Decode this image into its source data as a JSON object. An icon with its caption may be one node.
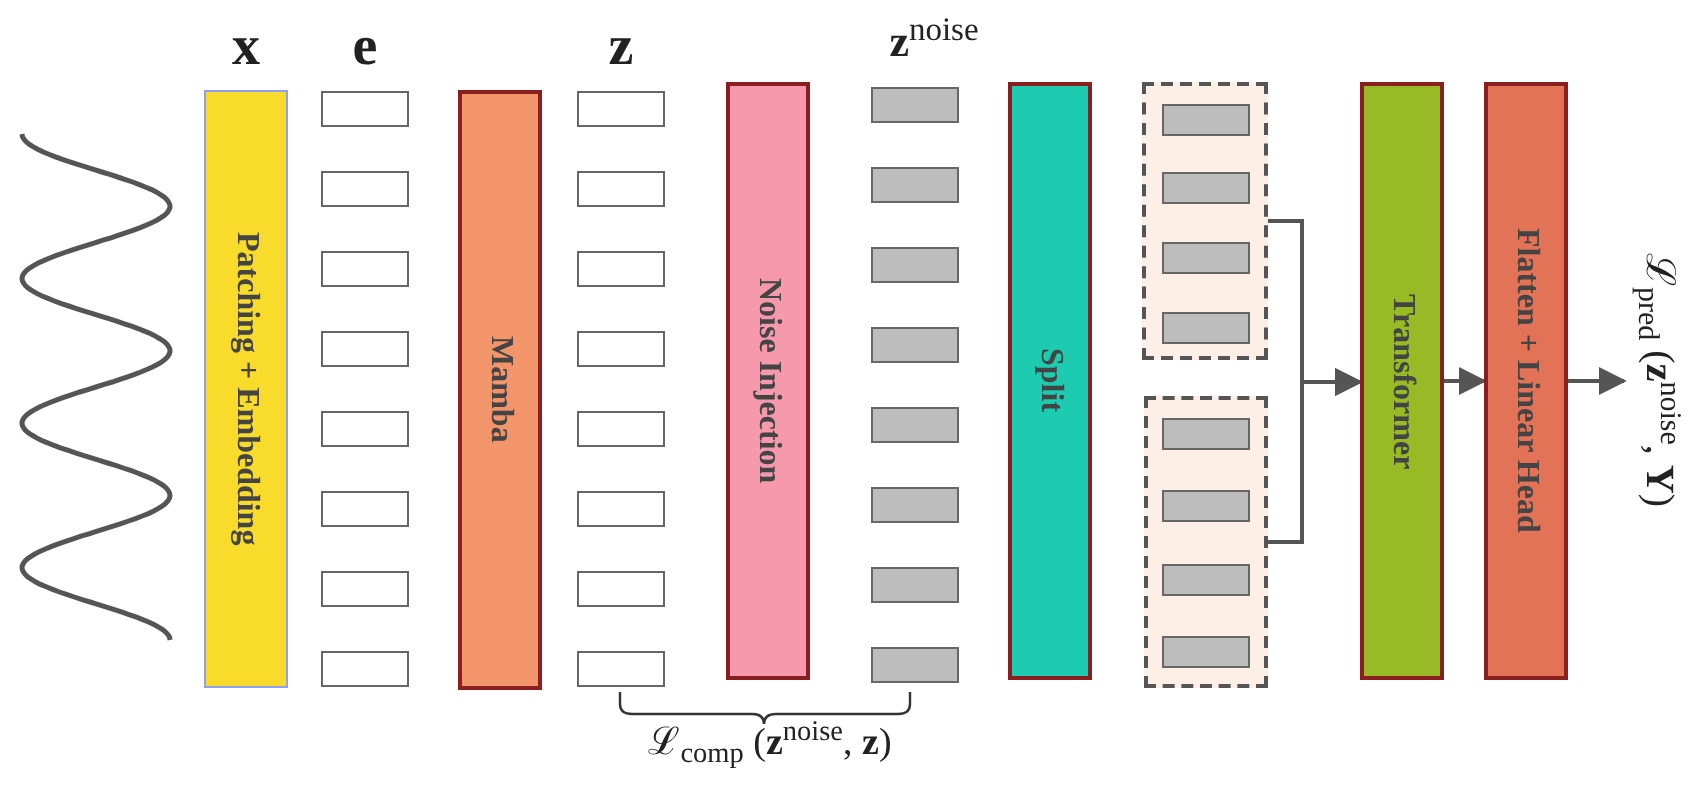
{
  "diagram": {
    "nodes": [
      {
        "text": [
          "Patching + Embedding"
        ]
      },
      {
        "text": [
          "Mamba"
        ]
      },
      {
        "text": [
          "Noise Injection"
        ]
      },
      {
        "text": [
          "Split"
        ]
      },
      {
        "text": [],
        "shape": "box"
      },
      {
        "text": [],
        "shape": "box"
      },
      {
        "text": [
          "Transformer"
        ]
      },
      {
        "text": [
          "Flatten + Linear Head"
        ]
      },
      {
        "text": [
          "ℒ$_{pred}$ (**z**$^{noise}$, **Y**)"
        ]
      }
    ],
    "edges": [
      {
        "from": 4,
        "to": 6,
        "arrow": "to"
      },
      {
        "from": 5,
        "to": 6,
        "arrow": "to"
      },
      {
        "from": 6,
        "to": 7,
        "arrow": "to"
      },
      {
        "from": 7,
        "to": 8,
        "arrow": "to"
      }
    ],
    "labels": [
      "x",
      "e",
      "z",
      "**z**$^{noise}$",
      "ℒ$_{comp}$ (**z**$^{noise}$, **z**)"
    ]
  }
}
